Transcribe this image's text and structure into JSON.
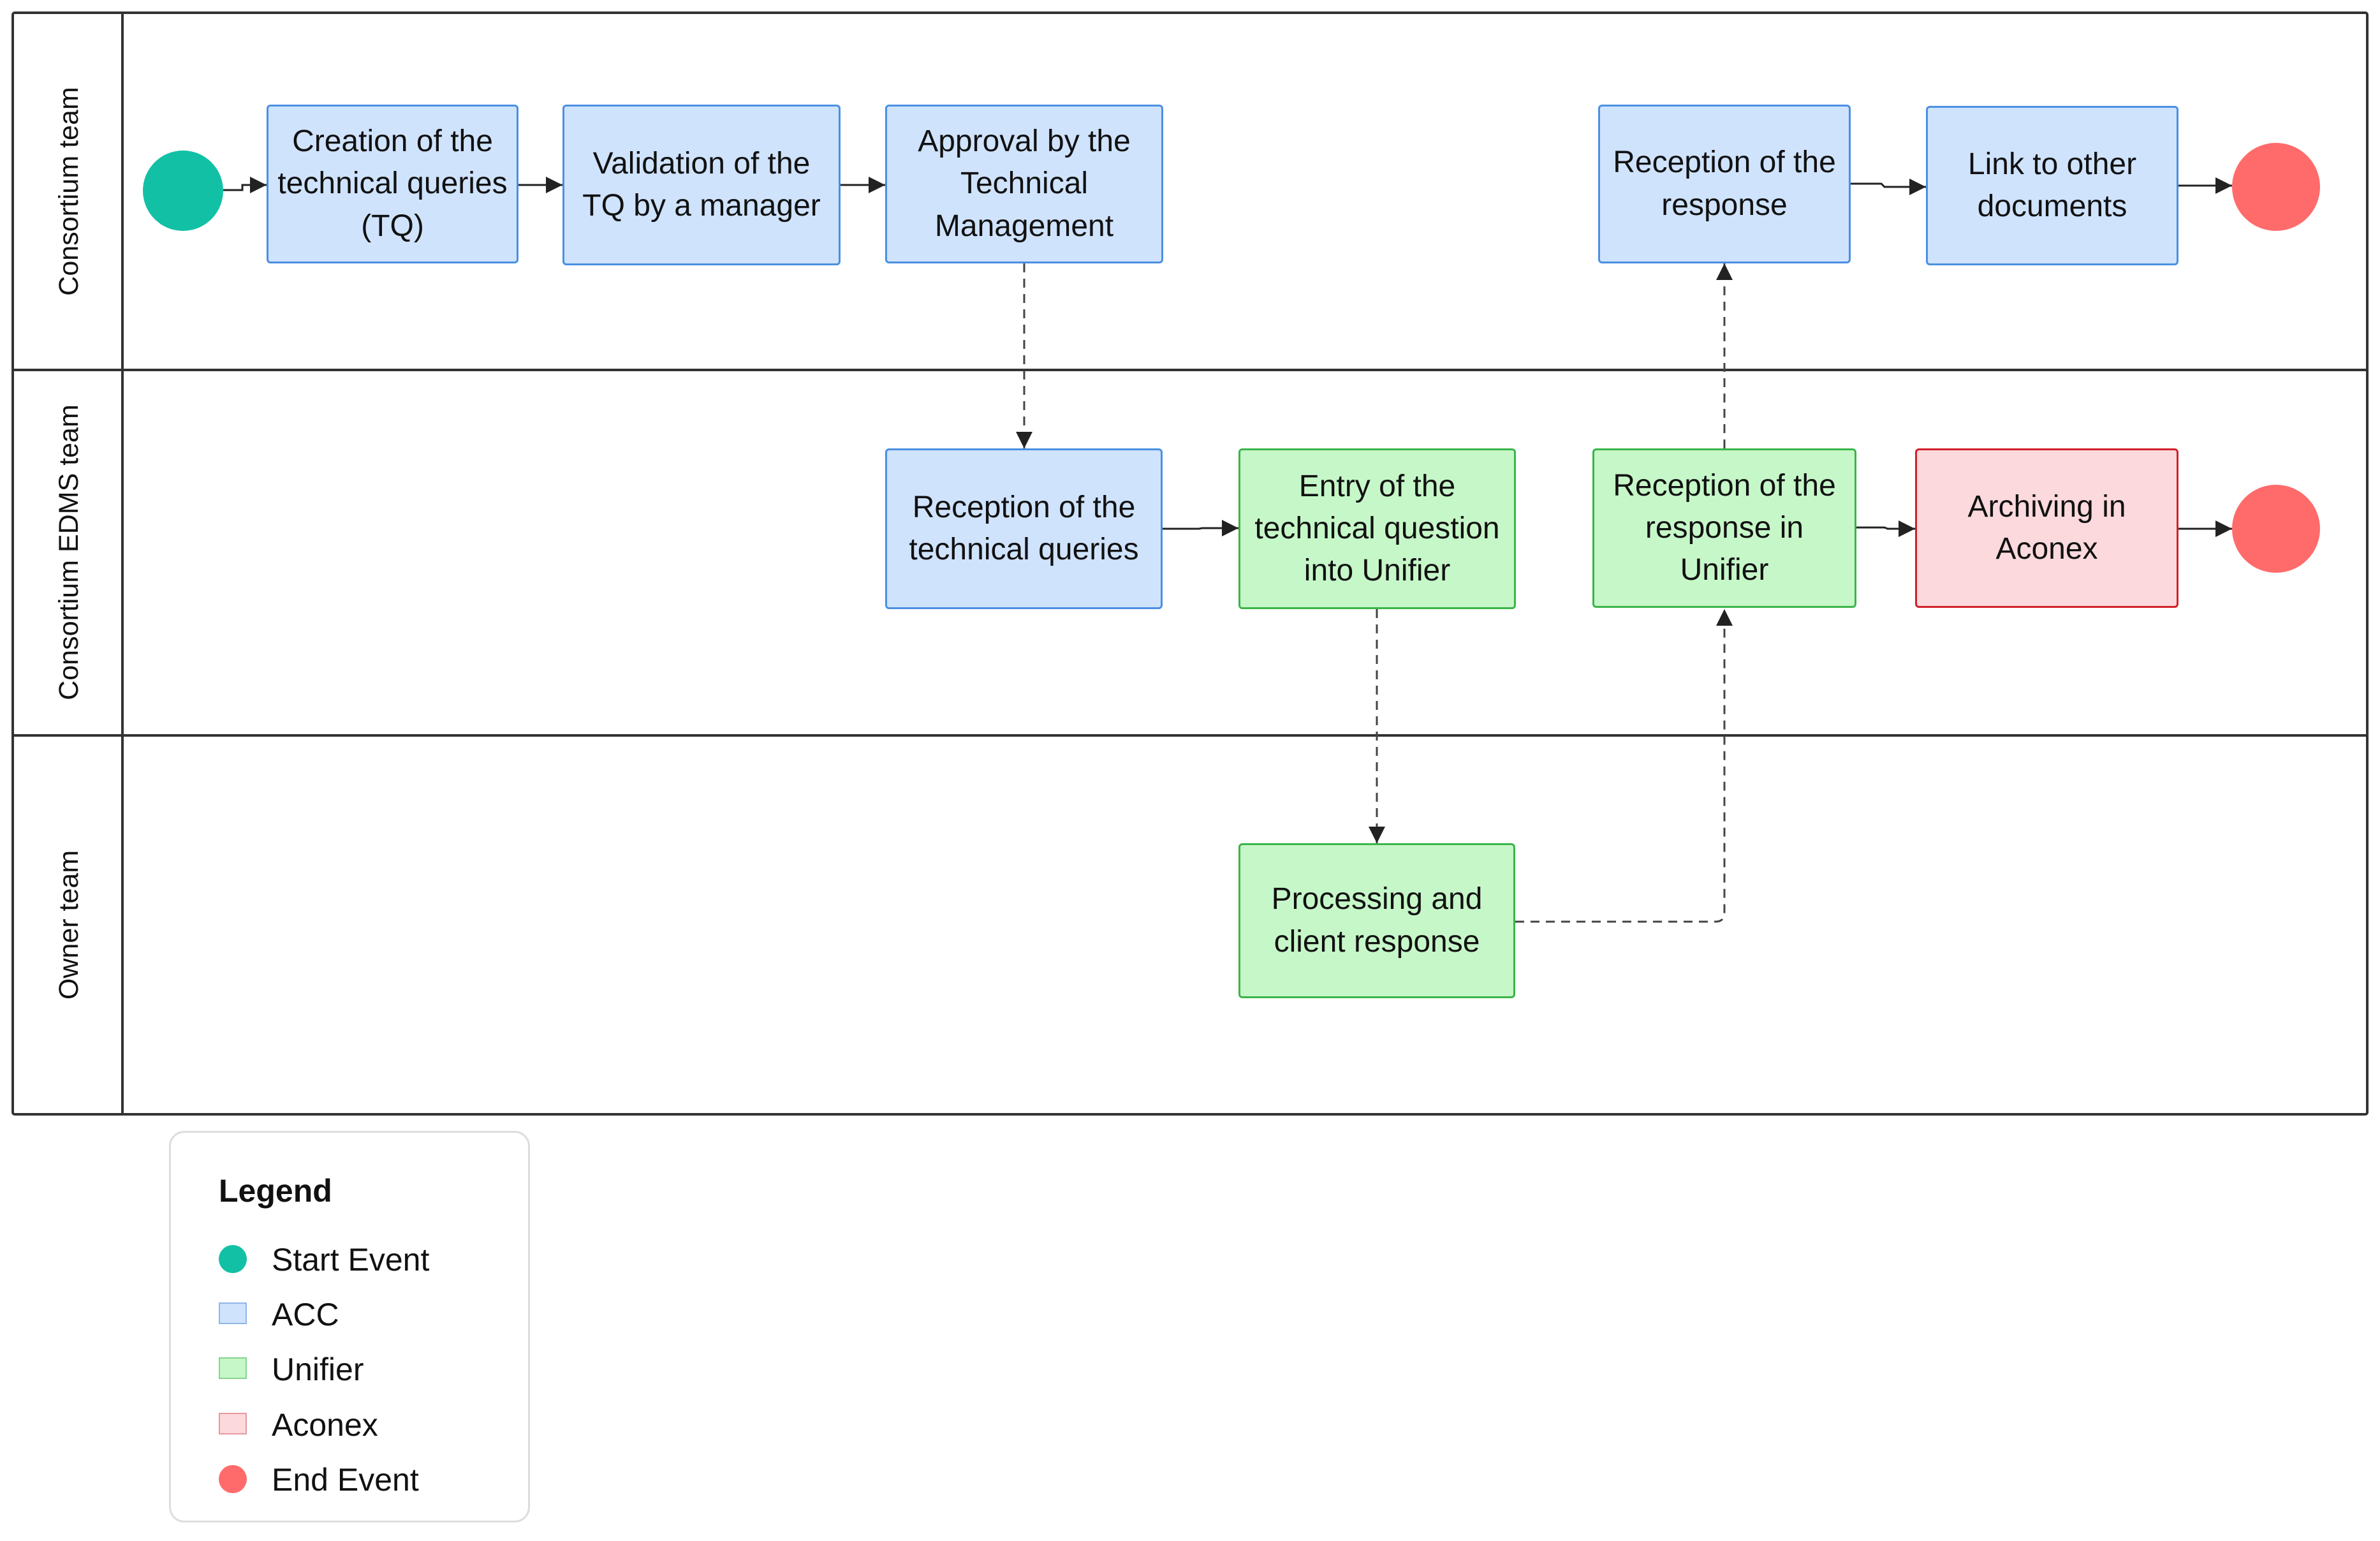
{
  "lanes": [
    {
      "label": "Consortium team"
    },
    {
      "label": "Consortium EDMS team"
    },
    {
      "label": "Owner team"
    }
  ],
  "tasks": {
    "creation_tq": {
      "label": "Creation of the technical queries (TQ)",
      "system": "ACC"
    },
    "validation_tq": {
      "label": "Validation of the TQ by a manager",
      "system": "ACC"
    },
    "approval": {
      "label": "Approval by the Technical Management",
      "system": "ACC"
    },
    "reception_response": {
      "label": "Reception of the response",
      "system": "ACC"
    },
    "link_docs": {
      "label": "Link to other documents",
      "system": "ACC"
    },
    "reception_tq": {
      "label": "Reception of the technical queries",
      "system": "ACC"
    },
    "entry_unifier": {
      "label": "Entry of the technical question into Unifier",
      "system": "Unifier"
    },
    "reception_unifier": {
      "label": "Reception of the response in Unifier",
      "system": "Unifier"
    },
    "archiving": {
      "label": "Archiving in Aconex",
      "system": "Aconex"
    },
    "processing": {
      "label": "Processing and client response",
      "system": "Unifier"
    }
  },
  "events": {
    "start": {
      "type": "Start Event"
    },
    "end_top": {
      "type": "End Event"
    },
    "end_mid": {
      "type": "End Event"
    }
  },
  "legend": {
    "title": "Legend",
    "items": [
      {
        "label": "Start Event",
        "shape": "circle",
        "color": "#12c0a5"
      },
      {
        "label": "ACC",
        "shape": "square",
        "color": "#cfe3fd",
        "border": "#8fb6e8"
      },
      {
        "label": "Unifier",
        "shape": "square",
        "color": "#c6f7c8",
        "border": "#86d48c"
      },
      {
        "label": "Aconex",
        "shape": "square",
        "color": "#fbd9dc",
        "border": "#e59aa0"
      },
      {
        "label": "End Event",
        "shape": "circle",
        "color": "#ff6b6b"
      }
    ]
  },
  "colors": {
    "start_event": "#12c0a5",
    "end_event": "#ff6b6b",
    "acc_fill": "#cfe3fd",
    "acc_border": "#4a90e2",
    "unifier_fill": "#c6f7c8",
    "unifier_border": "#3ab54a",
    "aconex_fill": "#fbd9dc",
    "aconex_border": "#d31f2a"
  }
}
